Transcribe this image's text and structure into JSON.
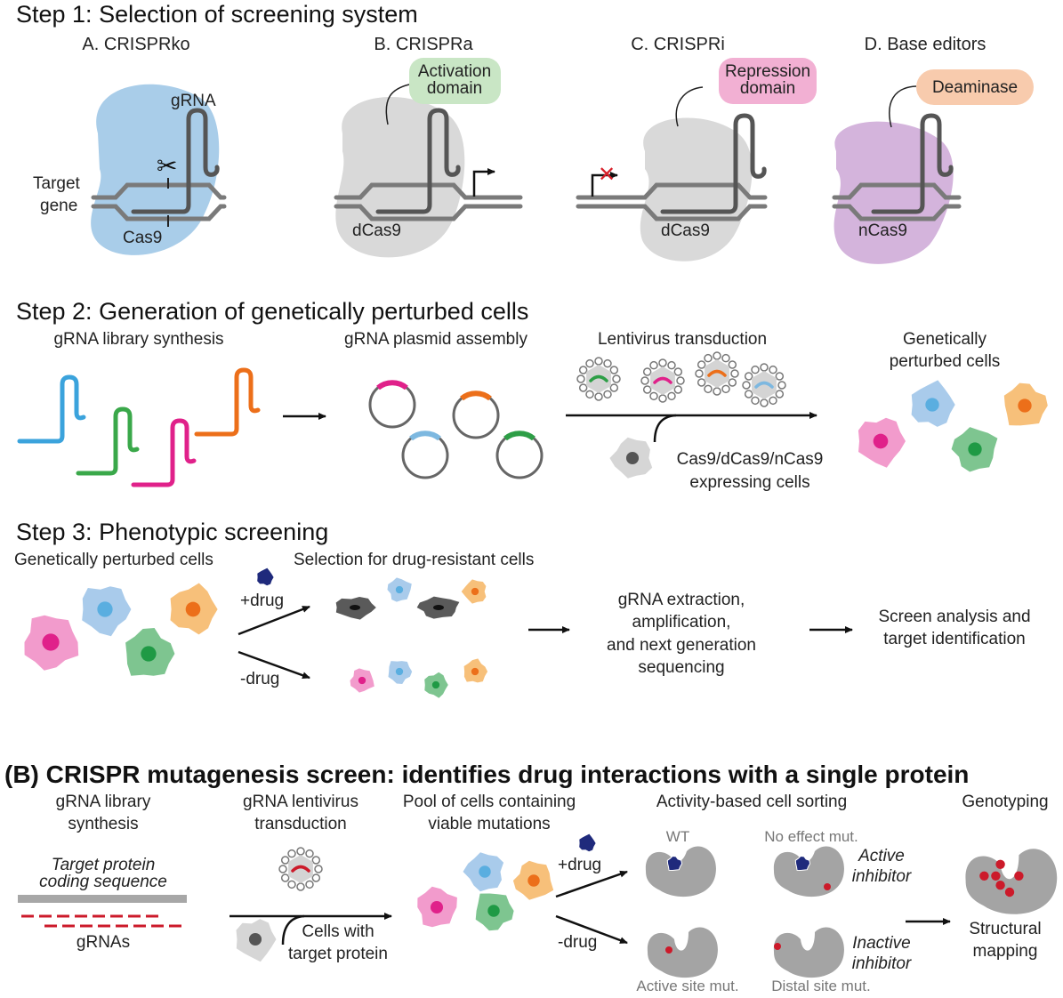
{
  "step1": {
    "title": "Step 1: Selection of screening system",
    "panels": [
      {
        "heading": "A. CRISPRko",
        "protein": "Cas9",
        "extra": "gRNA",
        "target": [
          "Target",
          "gene"
        ]
      },
      {
        "heading": "B. CRISPRa",
        "protein": "dCas9",
        "domain": [
          "Activation",
          "domain"
        ]
      },
      {
        "heading": "C. CRISPRi",
        "protein": "dCas9",
        "domain": [
          "Repression",
          "domain"
        ]
      },
      {
        "heading": "D. Base editors",
        "protein": "nCas9",
        "domain": [
          "Deaminase"
        ]
      }
    ]
  },
  "step2": {
    "title": "Step 2: Generation of genetically perturbed cells",
    "stages": [
      "gRNA library synthesis",
      "gRNA plasmid assembly",
      "Lentivirus transduction"
    ],
    "result": [
      "Genetically",
      "perturbed cells"
    ],
    "cells_note": [
      "Cas9/dCas9/nCas9",
      "expressing cells"
    ]
  },
  "step3": {
    "title": "Step 3: Phenotypic screening",
    "start": "Genetically perturbed cells",
    "selection": "Selection for drug-resistant cells",
    "plus_drug": "+drug",
    "minus_drug": "-drug",
    "sequencing": [
      "gRNA extraction,",
      "amplification,",
      "and next generation",
      "sequencing"
    ],
    "analysis": [
      "Screen analysis and",
      "target identification"
    ]
  },
  "partB": {
    "title": "(B) CRISPR mutagenesis screen: identifies drug interactions with a single protein",
    "stage1": [
      "gRNA library",
      "synthesis"
    ],
    "stage2": [
      "gRNA lentivirus",
      "transduction"
    ],
    "stage3": [
      "Pool of cells containing",
      "viable mutations"
    ],
    "stage4": "Activity-based cell sorting",
    "stage5": "Genotyping",
    "coding_seq": [
      "Target protein",
      "coding sequence"
    ],
    "grnas": "gRNAs",
    "cells_with": [
      "Cells with",
      "target protein"
    ],
    "plus_drug": "+drug",
    "minus_drug": "-drug",
    "wt": "WT",
    "no_effect": "No effect mut.",
    "active_inhibitor": [
      "Active",
      "inhibitor"
    ],
    "inactive_inhibitor": [
      "Inactive",
      "inhibitor"
    ],
    "active_site": "Active site mut.",
    "distal_site": "Distal site mut.",
    "structural": [
      "Structural",
      "mapping"
    ]
  },
  "colors": {
    "cas9": "#a9cde9",
    "dcas9": "#d9d9d9",
    "ncas9": "#d4b4dc",
    "activation": "#c9e6c5",
    "repression": "#f2b0d3",
    "deaminase": "#f8cbad",
    "blue": "#3ba3dc",
    "green": "#3aa84a",
    "magenta": "#e0218a",
    "orange": "#ec6f1a",
    "red": "#cc1a2a",
    "drug": "#1f2a7c"
  }
}
